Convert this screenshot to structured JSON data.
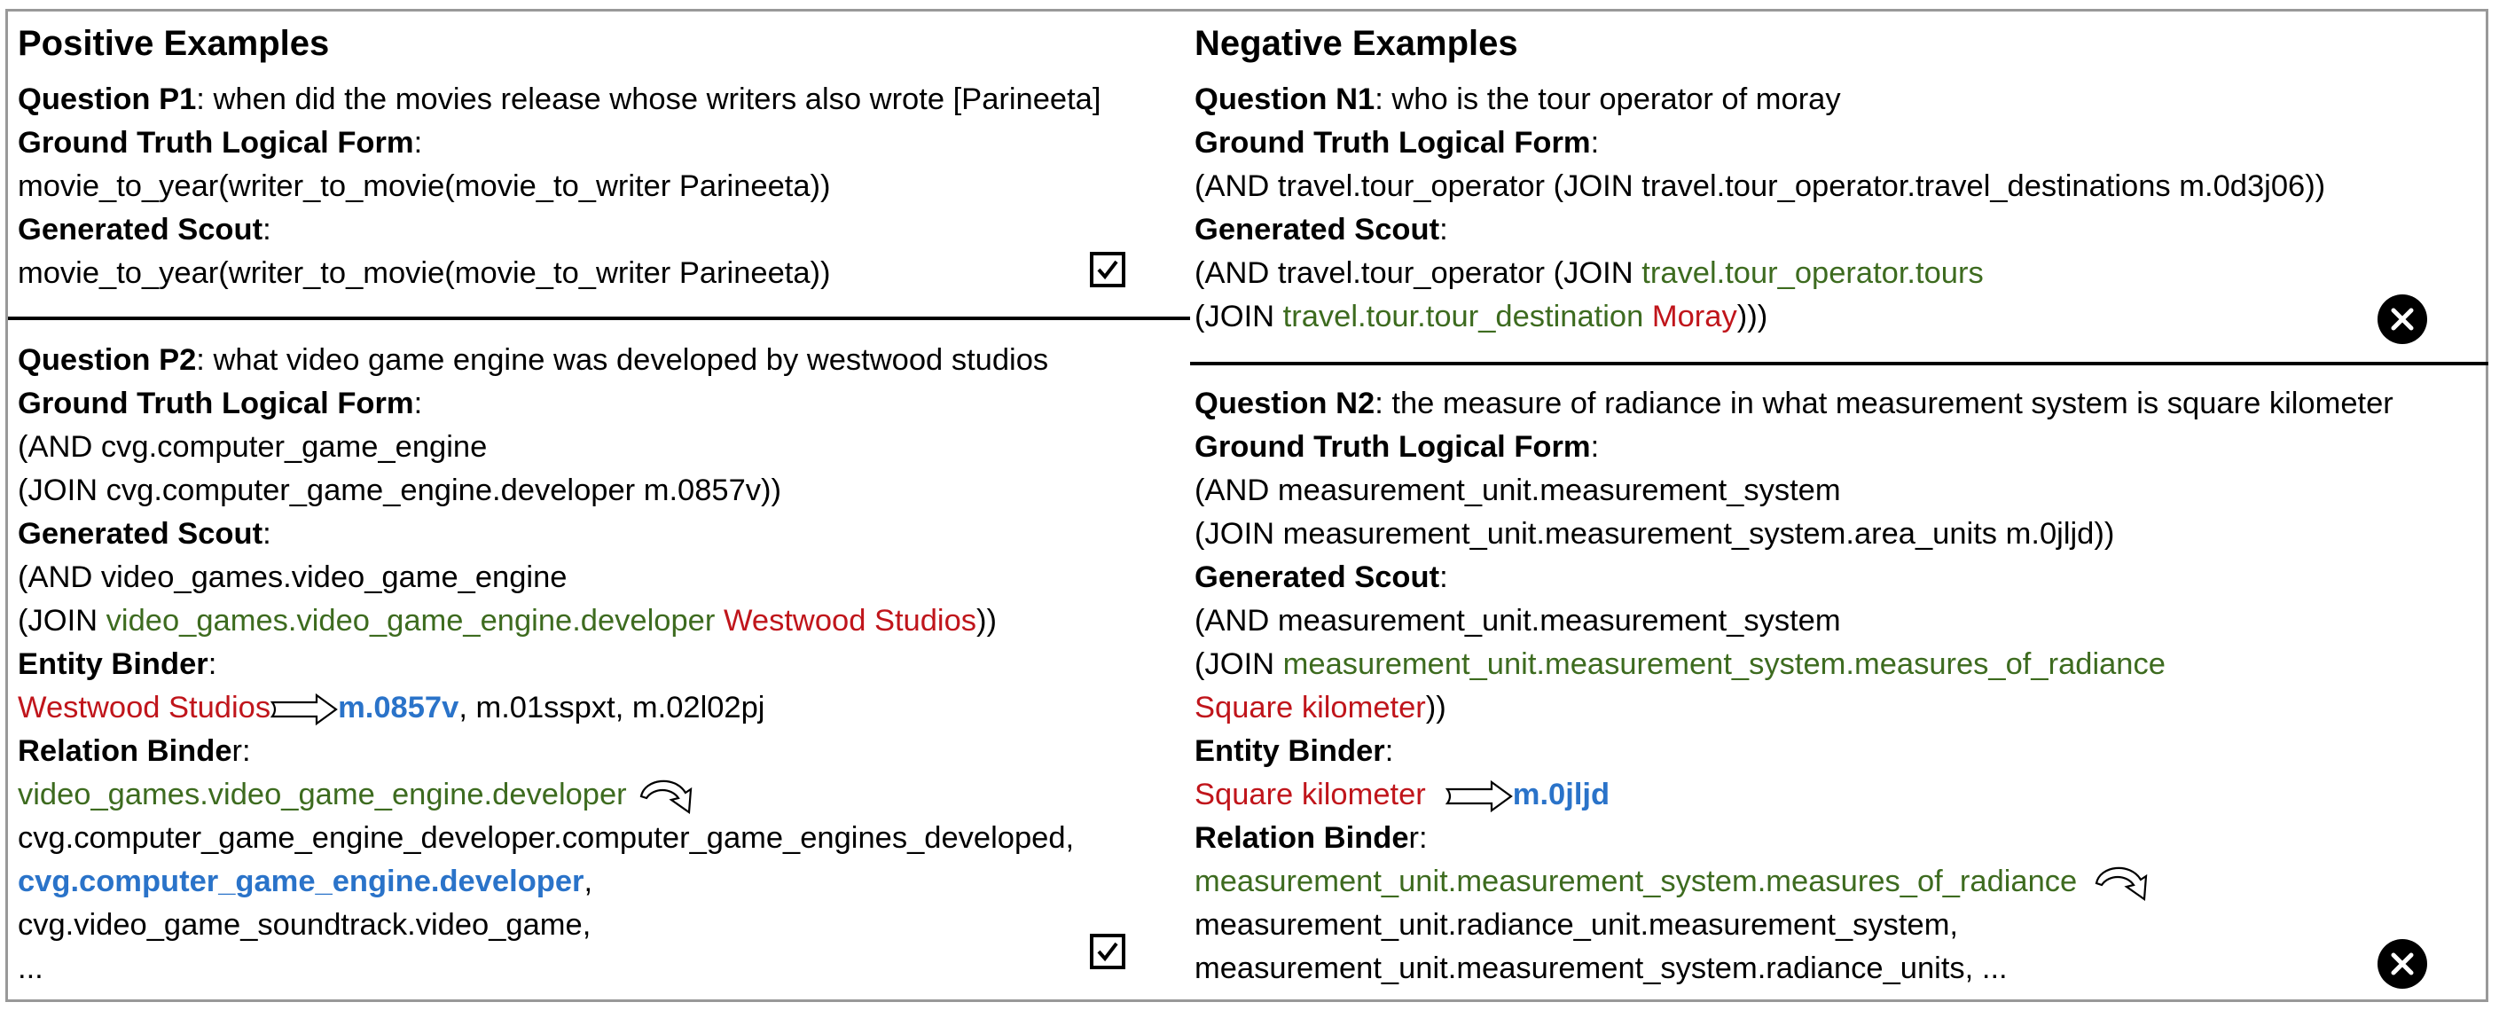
{
  "positive": {
    "title": "Positive Examples",
    "p1": {
      "q_label": "Question P1",
      "q_text": ": when did the movies release whose writers also wrote [Parineeta]",
      "gt_label": "Ground Truth Logical Form",
      "gt_line1": "movie_to_year(writer_to_movie(movie_to_writer Parineeta))",
      "scout_label": "Generated Scout",
      "scout_line1": "movie_to_year(writer_to_movie(movie_to_writer Parineeta))"
    },
    "p2": {
      "q_label": "Question P2",
      "q_text": ": what video game engine was developed by westwood studios",
      "gt_label": "Ground Truth Logical Form",
      "gt_line1": "(AND cvg.computer_game_engine",
      "gt_line2": "(JOIN cvg.computer_game_engine.developer m.0857v))",
      "scout_label": "Generated Scout",
      "scout_line1": "(AND video_games.video_game_engine",
      "scout_line2_a": "(JOIN ",
      "scout_line2_rel": "video_games.video_game_engine.developer",
      "scout_line2_ent": "Westwood Studios",
      "scout_line2_z": "))",
      "entity_label": "Entity Binder",
      "entity_mention": "Westwood Studios",
      "entity_top": "m.0857v",
      "entity_rest": ", m.01sspxt, m.02l02pj",
      "relation_label": "Relation Binde",
      "relation_label_tail": "r",
      "relation_mention": "video_games.video_game_engine.developer",
      "relation_c1": "cvg.computer_game_engine_developer.computer_game_engines_developed,",
      "relation_c2": "cvg.computer_game_engine.developer",
      "relation_c2_tail": ",",
      "relation_c3": " cvg.video_game_soundtrack.video_game,",
      "relation_c4": "..."
    }
  },
  "negative": {
    "title": "Negative Examples",
    "n1": {
      "q_label": "Question N1",
      "q_text": ": who is the tour operator of moray",
      "gt_label": "Ground Truth Logical Form",
      "gt_line1": "(AND travel.tour_operator (JOIN travel.tour_operator.travel_destinations m.0d3j06))",
      "scout_label": "Generated Scout",
      "scout_line1_a": "(AND travel.tour_operator (JOIN ",
      "scout_line1_rel": "travel.tour_operator.tours",
      "scout_line2_a": "(JOIN ",
      "scout_line2_rel": "travel.tour.tour_destination",
      "scout_line2_ent": "Moray",
      "scout_line2_z": ")))"
    },
    "n2": {
      "q_label": "Question N2",
      "q_text": ": the measure of radiance in what measurement system is square kilometer",
      "gt_label": "Ground Truth Logical Form",
      "gt_line1": "(AND measurement_unit.measurement_system",
      "gt_line2": "(JOIN measurement_unit.measurement_system.area_units m.0jljd))",
      "scout_label": "Generated Scout",
      "scout_line1": "(AND measurement_unit.measurement_system",
      "scout_line2_a": "(JOIN ",
      "scout_line2_rel": "measurement_unit.measurement_system.measures_of_radiance",
      "scout_line3_ent": "Square kilometer",
      "scout_line3_z": "))",
      "entity_label": "Entity Binder",
      "entity_mention": "Square kilometer",
      "entity_top": "m.0jljd",
      "relation_label": "Relation Binde",
      "relation_label_tail": "r",
      "relation_mention": "measurement_unit.measurement_system.measures_of_radiance",
      "relation_c1": "measurement_unit.radiance_unit.measurement_system,",
      "relation_c2": "measurement_unit.measurement_system.radiance_units, ..."
    }
  },
  "colors": {
    "relation": "#3d6b1f",
    "entity": "#c0151b",
    "binding": "#2a73c9"
  },
  "icons": [
    "checkbox-checked-icon",
    "x-circle-icon",
    "curved-arrow-icon"
  ]
}
